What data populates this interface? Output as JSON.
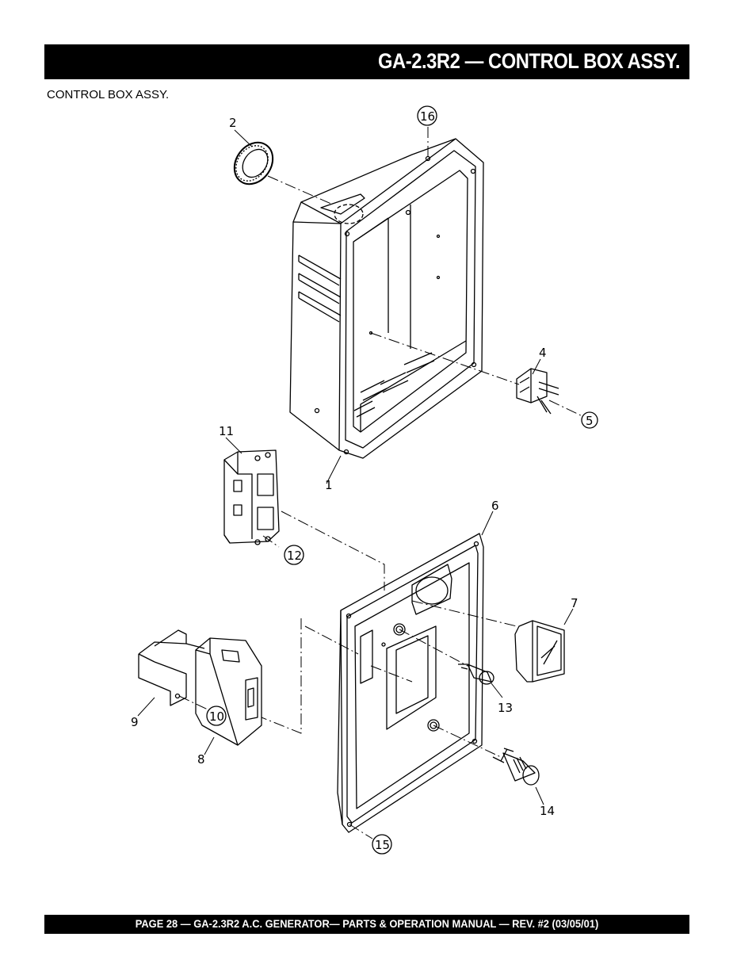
{
  "header": {
    "title": "GA-2.3R2 — CONTROL BOX ASSY."
  },
  "subtitle": "CONTROL  BOX ASSY.",
  "footer": {
    "text": "PAGE 28 — GA-2.3R2 A.C. GENERATOR— PARTS & OPERATION MANUAL — REV. #2 (03/05/01)"
  },
  "callouts": {
    "c1": "1",
    "c2": "2",
    "c4": "4",
    "c5": "5",
    "c6": "6",
    "c7": "7",
    "c8": "8",
    "c9": "9",
    "c10": "10",
    "c11": "11",
    "c12": "12",
    "c13": "13",
    "c14": "14",
    "c15": "15",
    "c16": "16"
  }
}
